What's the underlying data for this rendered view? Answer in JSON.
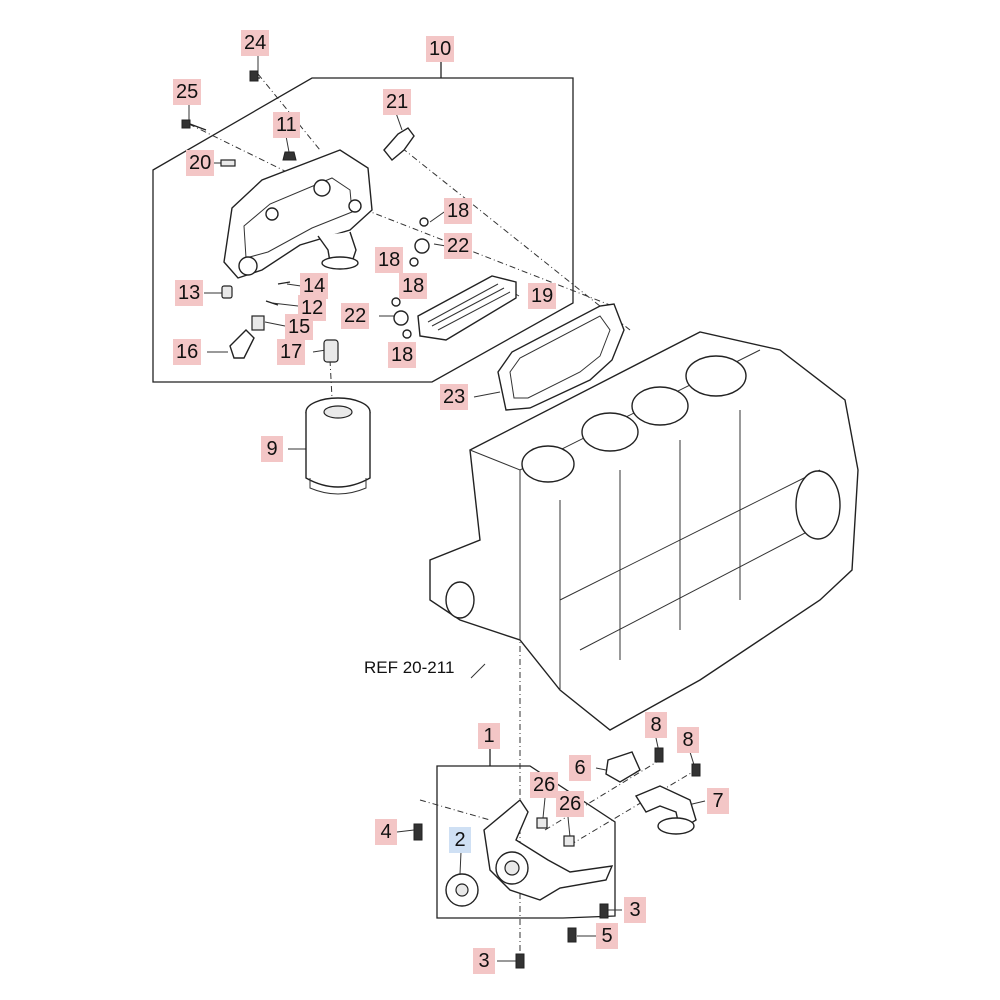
{
  "reference": "REF 20-211",
  "callouts": [
    {
      "id": "c24",
      "label": "24",
      "highlight": false
    },
    {
      "id": "c10",
      "label": "10",
      "highlight": false
    },
    {
      "id": "c25",
      "label": "25",
      "highlight": false
    },
    {
      "id": "c21",
      "label": "21",
      "highlight": false
    },
    {
      "id": "c11",
      "label": "11",
      "highlight": false
    },
    {
      "id": "c20",
      "label": "20",
      "highlight": false
    },
    {
      "id": "c18a",
      "label": "18",
      "highlight": false
    },
    {
      "id": "c22a",
      "label": "22",
      "highlight": false
    },
    {
      "id": "c18b",
      "label": "18",
      "highlight": false
    },
    {
      "id": "c18c",
      "label": "18",
      "highlight": false
    },
    {
      "id": "c19",
      "label": "19",
      "highlight": false
    },
    {
      "id": "c13",
      "label": "13",
      "highlight": false
    },
    {
      "id": "c14",
      "label": "14",
      "highlight": false
    },
    {
      "id": "c12",
      "label": "12",
      "highlight": false
    },
    {
      "id": "c22b",
      "label": "22",
      "highlight": false
    },
    {
      "id": "c15",
      "label": "15",
      "highlight": false
    },
    {
      "id": "c16",
      "label": "16",
      "highlight": false
    },
    {
      "id": "c17",
      "label": "17",
      "highlight": false
    },
    {
      "id": "c18d",
      "label": "18",
      "highlight": false
    },
    {
      "id": "c23",
      "label": "23",
      "highlight": false
    },
    {
      "id": "c9",
      "label": "9",
      "highlight": false
    },
    {
      "id": "c1",
      "label": "1",
      "highlight": false
    },
    {
      "id": "c8a",
      "label": "8",
      "highlight": false
    },
    {
      "id": "c8b",
      "label": "8",
      "highlight": false
    },
    {
      "id": "c6",
      "label": "6",
      "highlight": false
    },
    {
      "id": "c26a",
      "label": "26",
      "highlight": false
    },
    {
      "id": "c7",
      "label": "7",
      "highlight": false
    },
    {
      "id": "c26b",
      "label": "26",
      "highlight": false
    },
    {
      "id": "c4",
      "label": "4",
      "highlight": false
    },
    {
      "id": "c2",
      "label": "2",
      "highlight": true
    },
    {
      "id": "c3a",
      "label": "3",
      "highlight": false
    },
    {
      "id": "c5",
      "label": "5",
      "highlight": false
    },
    {
      "id": "c3b",
      "label": "3",
      "highlight": false
    }
  ]
}
